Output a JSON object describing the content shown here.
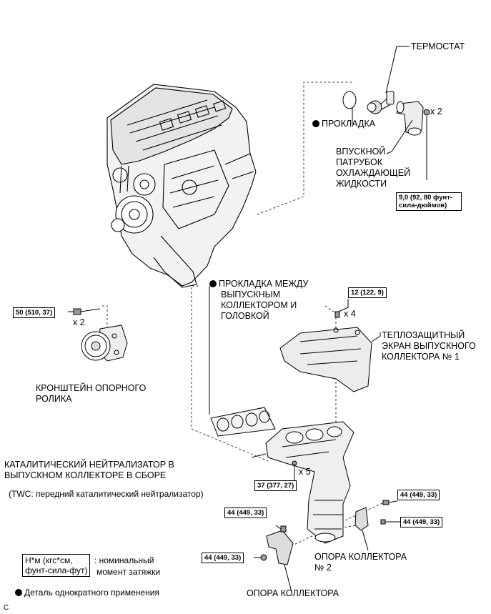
{
  "labels": {
    "thermostat": "ТЕРМОСТАТ",
    "gasket": "ПРОКЛАДКА",
    "inlet_line1": "ВПУСКНОЙ",
    "inlet_line2": "ПАТРУБОК",
    "inlet_line3": "ОХЛАЖДАЮЩЕЙ",
    "inlet_line4": "ЖИДКОСТИ",
    "inlet_qty": "x 2",
    "inlet_torque": "9,0 (92, 80 фунт-сила-дюймов)",
    "idler_torque": "50 (510, 37)",
    "idler_qty": "x 2",
    "idler_line1": "КРОНШТЕЙН ОПОРНОГО",
    "idler_line2": "РОЛИКА",
    "manifold_gasket_line1": "ПРОКЛАДКА МЕЖДУ",
    "manifold_gasket_line2": "ВЫПУСКНЫМ",
    "manifold_gasket_line3": "КОЛЛЕКТОРОМ И",
    "manifold_gasket_line4": "ГОЛОВКОЙ",
    "heat_torque": "12 (122, 9)",
    "heat_qty": "x 4",
    "heat_line1": "ТЕПЛОЗАЩИТНЫЙ",
    "heat_line2": "ЭКРАН ВЫПУСКНОГО",
    "heat_line3": "КОЛЛЕКТОРА № 1",
    "cat_line1": "КАТАЛИТИЧЕСКИЙ НЕЙТРАЛИЗАТОР В",
    "cat_line2": "ВЫПУСКНОМ КОЛЛЕКТОРЕ В СБОРЕ",
    "cat_note": "(TWC: передний каталитический нейтрализатор)",
    "cat_qty": "x 5",
    "cat_torque": "37 (377, 27)",
    "stay_torque_a": "44 (449, 33)",
    "stay_torque_b": "44 (449, 33)",
    "stay_torque_c": "44 (449, 33)",
    "stay_torque_d": "44 (449, 33)",
    "stay2_line1": "ОПОРА КОЛЛЕКТОРА",
    "stay2_line2": "№ 2",
    "stay1": "ОПОРА КОЛЛЕКТОРА",
    "legend_unit_line1": "Н*м (кгс*см,",
    "legend_unit_line2": "фунт-сила-фут)",
    "legend_desc_line1": ": номинальный",
    "legend_desc_line2": "момент затяжки",
    "legend_nonreusable": "Деталь однократного применения",
    "corner_code": "C"
  }
}
